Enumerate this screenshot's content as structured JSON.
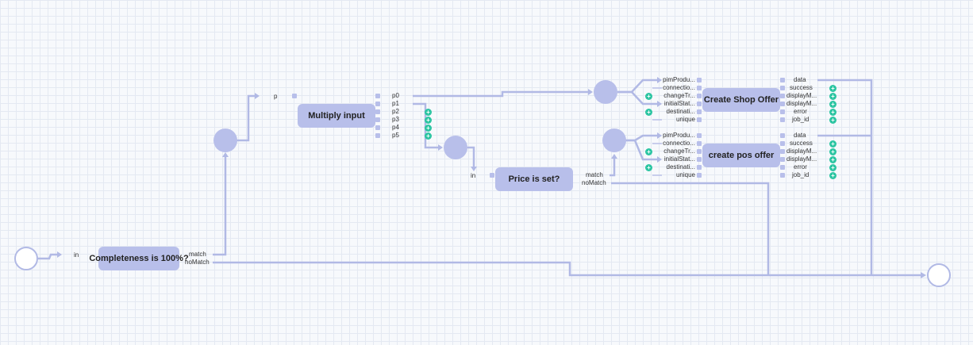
{
  "nodes": {
    "completeness": {
      "title": "Completeness is 100%?",
      "input": "in",
      "outputs": [
        "match",
        "noMatch"
      ]
    },
    "multiply": {
      "title": "Multiply input",
      "input": "p",
      "outputs": [
        "p0",
        "p1",
        "p2",
        "p3",
        "p4",
        "p5"
      ]
    },
    "price": {
      "title": "Price is set?",
      "input": "in",
      "outputs": [
        "match",
        "noMatch"
      ]
    },
    "shop_offer": {
      "title": "Create Shop Offer",
      "inputs": [
        "pimProdu...",
        "connectio...",
        "changeTr...",
        "initialStat...",
        "destinati...",
        "unique"
      ],
      "outputs": [
        "data",
        "success",
        "displayM...",
        "displayM...",
        "error",
        "job_id"
      ]
    },
    "pos_offer": {
      "title": "create pos offer",
      "inputs": [
        "pimProdu...",
        "connectio...",
        "changeTr...",
        "initialStat...",
        "destinati...",
        "unique"
      ],
      "outputs": [
        "data",
        "success",
        "displayM...",
        "displayM...",
        "error",
        "job_id"
      ]
    }
  },
  "add_glyph": "+",
  "colors": {
    "node": "#b8bfea",
    "wire": "#b1b9e5",
    "add": "#2cc5a2"
  }
}
